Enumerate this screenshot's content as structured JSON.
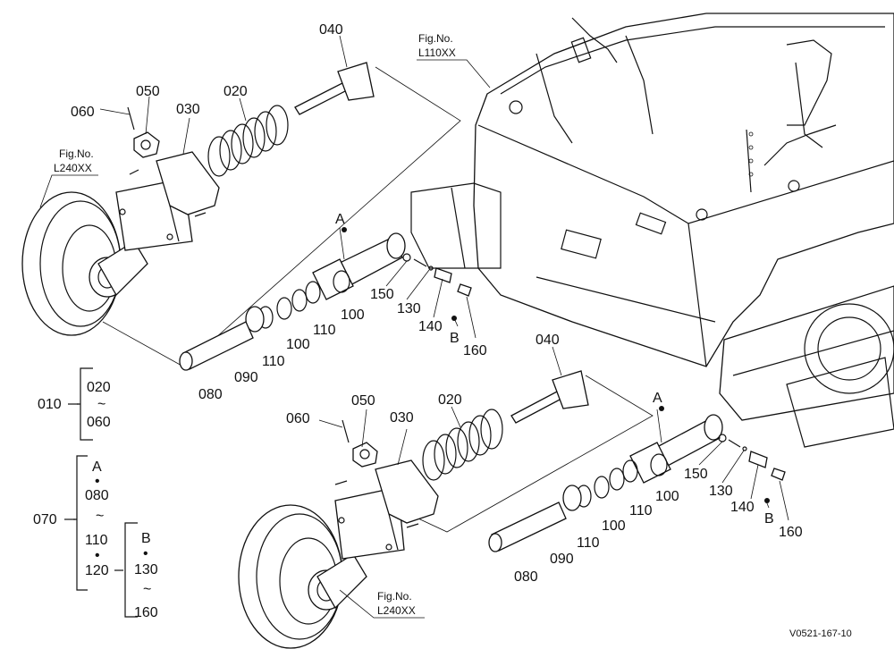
{
  "part_labels": {
    "upper": {
      "p040": "040",
      "p050": "050",
      "p060": "060",
      "p030": "030",
      "p020": "020",
      "pA": "A",
      "p150": "150",
      "p130": "130",
      "p140": "140",
      "pB": "B",
      "p160": "160",
      "p100a": "100",
      "p110a": "110",
      "p100b": "100",
      "p110b": "110",
      "p090": "090",
      "p080": "080"
    },
    "lower": {
      "p040": "040",
      "p050": "050",
      "p060": "060",
      "p030": "030",
      "p020": "020",
      "pA": "A",
      "p150": "150",
      "p130": "130",
      "p140": "140",
      "pB": "B",
      "p160": "160",
      "p100a": "100",
      "p110a": "110",
      "p100b": "100",
      "p110b": "110",
      "p090": "090",
      "p080": "080"
    }
  },
  "fig_refs": {
    "frame": {
      "line1": "Fig.No.",
      "line2": "L110XX"
    },
    "upper_idler": {
      "line1": "Fig.No.",
      "line2": "L240XX"
    },
    "lower_idler": {
      "line1": "Fig.No.",
      "line2": "L240XX"
    }
  },
  "legend": {
    "g010": {
      "label": "010",
      "from": "020",
      "tilde": "~",
      "to": "060"
    },
    "g070": {
      "label": "070",
      "a": "A",
      "dot1": "•",
      "from": "080",
      "tilde": "~",
      "to": "110",
      "dot2": "•",
      "end": "120"
    },
    "g120": {
      "label": "B",
      "dot": "•",
      "from": "130",
      "tilde": "~",
      "to": "160"
    }
  },
  "drawing_code": "V0521-167-10"
}
